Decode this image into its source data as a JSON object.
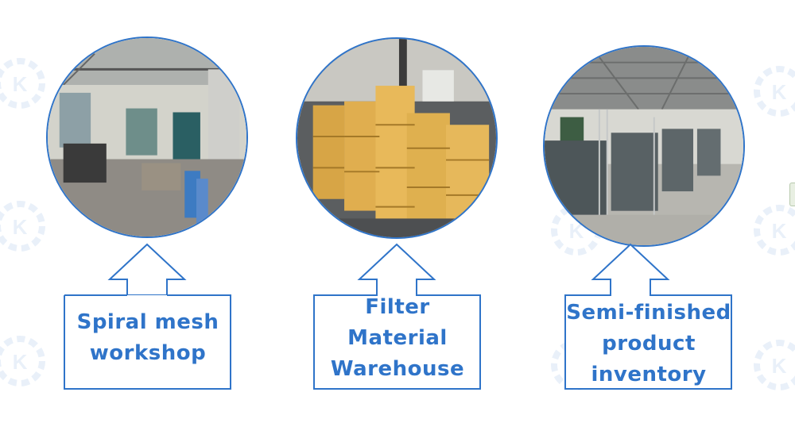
{
  "panels": [
    {
      "label": "Spiral mesh\nworkshop",
      "photo_icon": "workshop-photo"
    },
    {
      "label": "Filter Material\nWarehouse",
      "photo_icon": "warehouse-photo"
    },
    {
      "label": "Semi-finished\nproduct\ninventory",
      "photo_icon": "inventory-photo"
    }
  ],
  "colors": {
    "accent": "#2f74c9"
  }
}
